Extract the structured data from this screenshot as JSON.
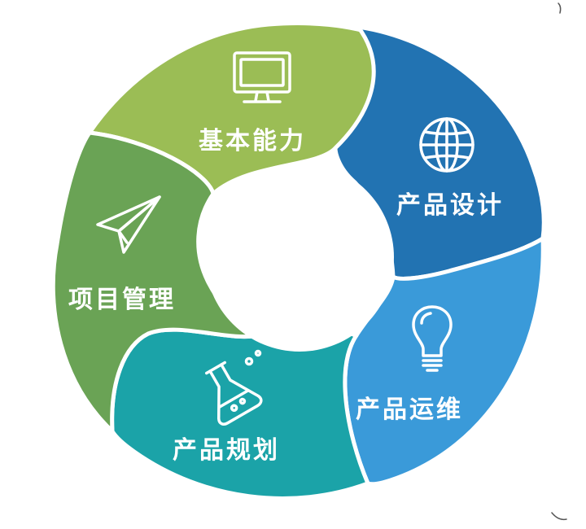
{
  "diagram": {
    "segments": [
      {
        "label": "基本能力",
        "icon": "monitor-icon",
        "color": "#9bbd55"
      },
      {
        "label": "产品设计",
        "icon": "globe-icon",
        "color": "#2273b2"
      },
      {
        "label": "产品运维",
        "icon": "lightbulb-icon",
        "color": "#3a9ad9"
      },
      {
        "label": "产品规划",
        "icon": "flask-icon",
        "color": "#1ba3a8"
      },
      {
        "label": "项目管理",
        "icon": "paper-plane-icon",
        "color": "#6aa355"
      }
    ]
  }
}
